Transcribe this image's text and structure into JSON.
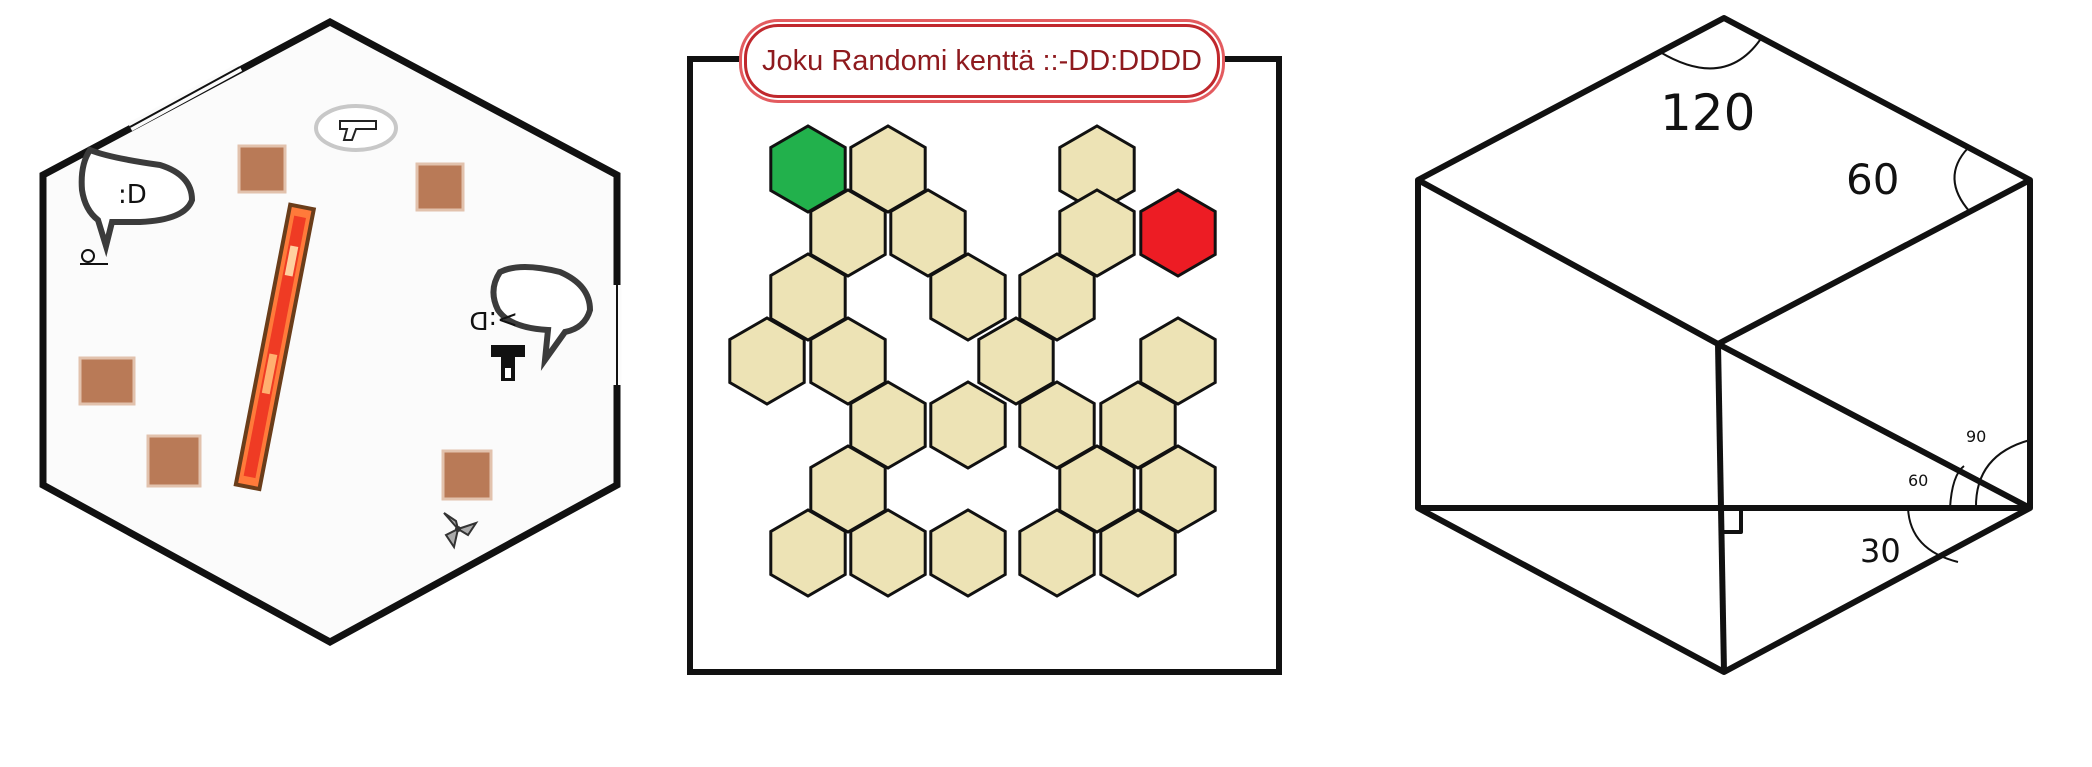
{
  "level_title": "Joku Randomi kenttä ::-DD:DDDD",
  "room": {
    "speech_left": ":D",
    "speech_right": ">:D",
    "items": [
      "pistol-icon",
      "enemy-gun-icon",
      "fan-icon",
      "player-icon",
      "crate-icon",
      "lava-bar"
    ]
  },
  "level_map": {
    "colors": {
      "floor": "#ede3b5",
      "start": "#22b14c",
      "goal": "#ed1c24",
      "outline": "#111111"
    }
  },
  "geometry": {
    "angle_top": "120",
    "angle_right_top": "60",
    "angle_bottom_1": "30",
    "angle_bottom_2": "60",
    "angle_bottom_3": "90"
  }
}
